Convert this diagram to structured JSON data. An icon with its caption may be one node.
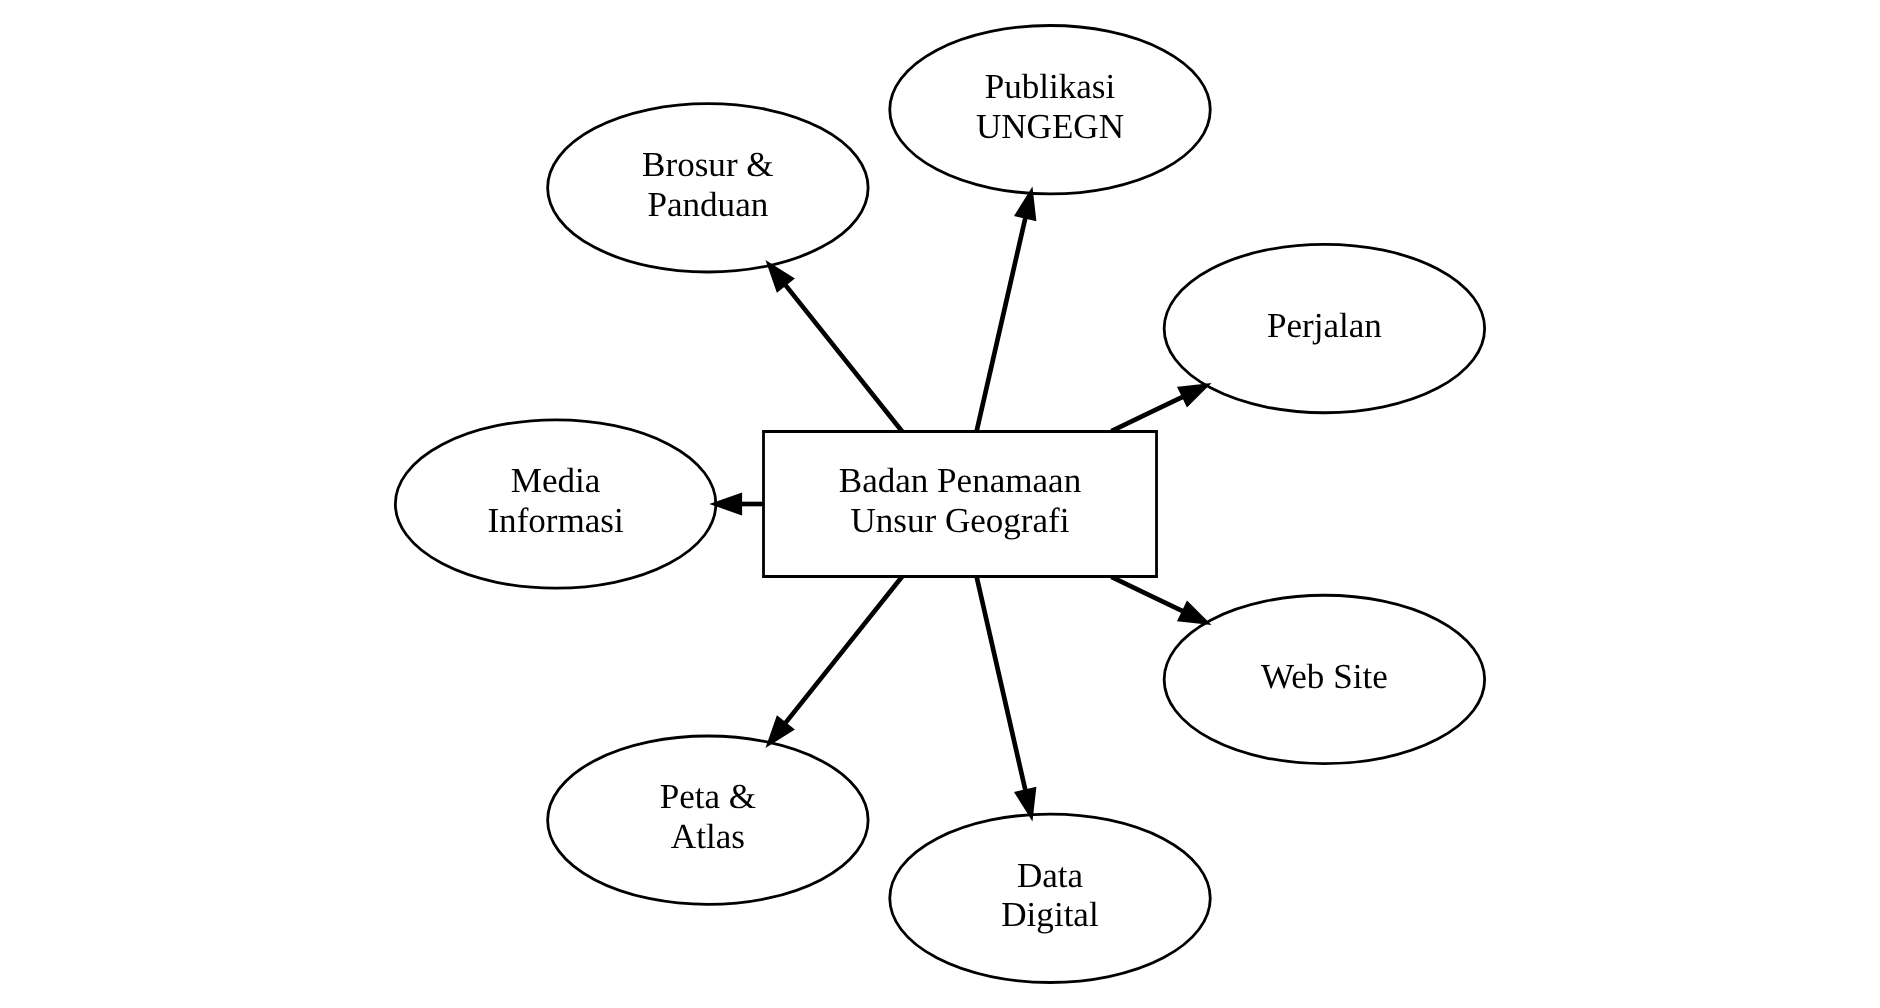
{
  "diagram": {
    "nodes": [
      {
        "text": [
          "Perjalan"
        ]
      },
      {
        "text": [
          "Publikasi UNGEGN"
        ]
      },
      {
        "text": [
          "Brosur & Panduan"
        ]
      },
      {
        "text": [
          "Media Informasi"
        ]
      },
      {
        "text": [
          "Badan Penamaan Unsur Geografi"
        ]
      },
      {
        "text": [
          "Peta & Atlas"
        ]
      },
      {
        "text": [
          "Data Digital"
        ]
      },
      {
        "text": [
          "Web Site"
        ]
      }
    ],
    "edges": [
      {
        "from": 4,
        "to": 0,
        "arrow": "to"
      },
      {
        "from": 4,
        "to": 1,
        "arrow": "to"
      },
      {
        "from": 4,
        "to": 2,
        "arrow": "to"
      },
      {
        "from": 4,
        "to": 3,
        "arrow": "to"
      },
      {
        "from": 4,
        "to": 5,
        "arrow": "to"
      },
      {
        "from": 4,
        "to": 6,
        "arrow": "to"
      },
      {
        "from": 4,
        "to": 7,
        "arrow": "to"
      }
    ]
  }
}
